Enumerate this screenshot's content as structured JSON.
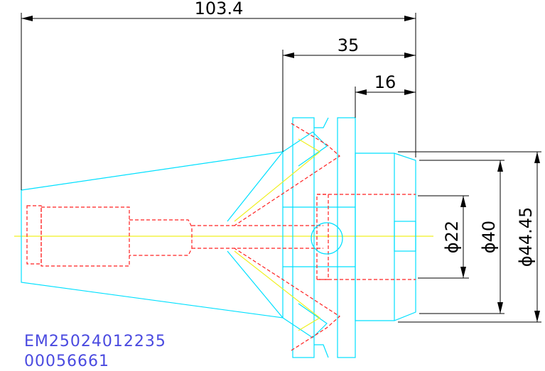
{
  "dimensions": {
    "total_length": "103.4",
    "flange_to_end": "35",
    "collar_length": "16",
    "dia_small": "ϕ22",
    "dia_mid": "ϕ40",
    "dia_large": "ϕ44.45"
  },
  "labels": {
    "part_code": "EM25024012235",
    "serial": "00056661"
  },
  "colors": {
    "outline": "#00e0ff",
    "hidden_lines": "#ff2020",
    "center_line": "#f0f020",
    "dimension": "#000000",
    "text_id": "#4a4ae0"
  }
}
